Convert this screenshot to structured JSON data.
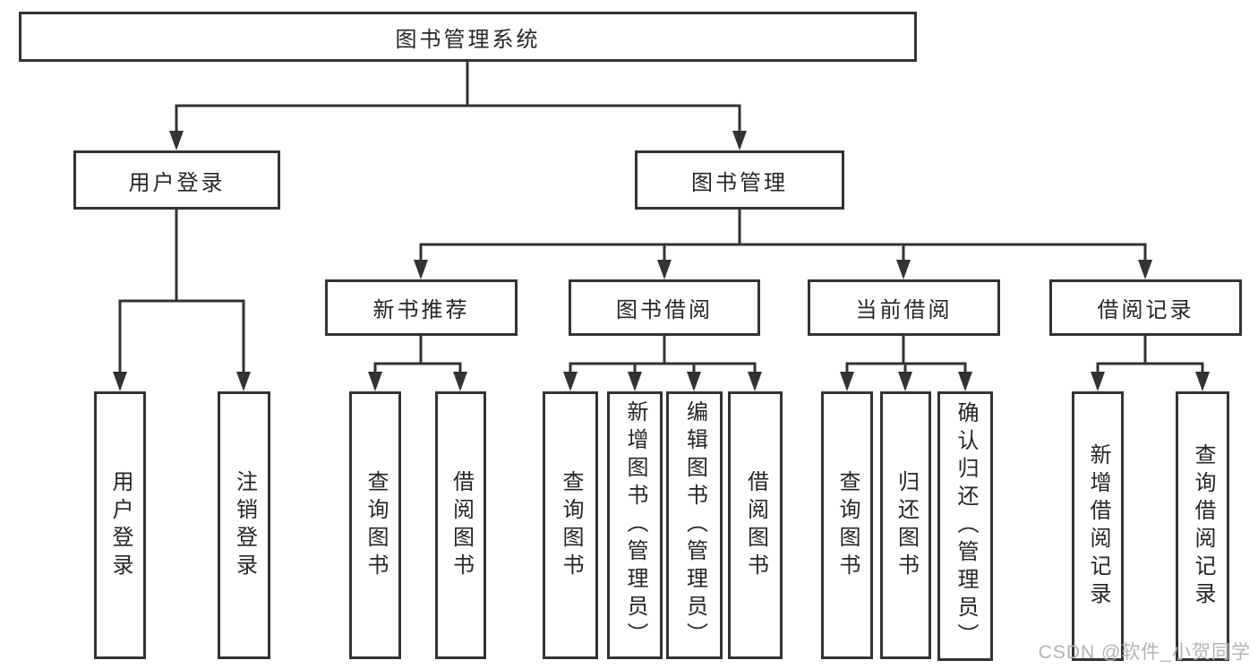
{
  "diagram": {
    "title": "图书管理系统",
    "nodes": {
      "root": {
        "label": "图书管理系统"
      },
      "user_login": {
        "label": "用户登录"
      },
      "book_mgmt": {
        "label": "图书管理"
      },
      "new_book": {
        "label": "新书推荐"
      },
      "book_borrow": {
        "label": "图书借阅"
      },
      "current_borrow": {
        "label": "当前借阅"
      },
      "borrow_record": {
        "label": "借阅记录"
      },
      "leaves": [
        {
          "label": "用户登录"
        },
        {
          "label": "注销登录"
        },
        {
          "label": "查询图书"
        },
        {
          "label": "借阅图书"
        },
        {
          "label": "查询图书"
        },
        {
          "label": "新增图书（管理员）"
        },
        {
          "label": "编辑图书（管理员）"
        },
        {
          "label": "借阅图书"
        },
        {
          "label": "查询图书"
        },
        {
          "label": "归还图书"
        },
        {
          "label": "确认归还（管理员）"
        },
        {
          "label": "新增借阅记录"
        },
        {
          "label": "查询借阅记录"
        }
      ]
    },
    "edges": [
      "图书管理系统→用户登录",
      "图书管理系统→图书管理",
      "用户登录→用户登录",
      "用户登录→注销登录",
      "图书管理→新书推荐",
      "图书管理→图书借阅",
      "图书管理→当前借阅",
      "图书管理→借阅记录",
      "新书推荐→查询图书",
      "新书推荐→借阅图书",
      "图书借阅→查询图书",
      "图书借阅→新增图书（管理员）",
      "图书借阅→编辑图书（管理员）",
      "图书借阅→借阅图书",
      "当前借阅→查询图书",
      "当前借阅→归还图书",
      "当前借阅→确认归还（管理员）",
      "借阅记录→新增借阅记录",
      "借阅记录→查询借阅记录"
    ],
    "colors": {
      "line": "#333333",
      "text": "#262626",
      "background": "#ffffff",
      "watermark": "#b4b4b4"
    }
  },
  "watermark": {
    "text": "CSDN @软件_小贺同学"
  }
}
